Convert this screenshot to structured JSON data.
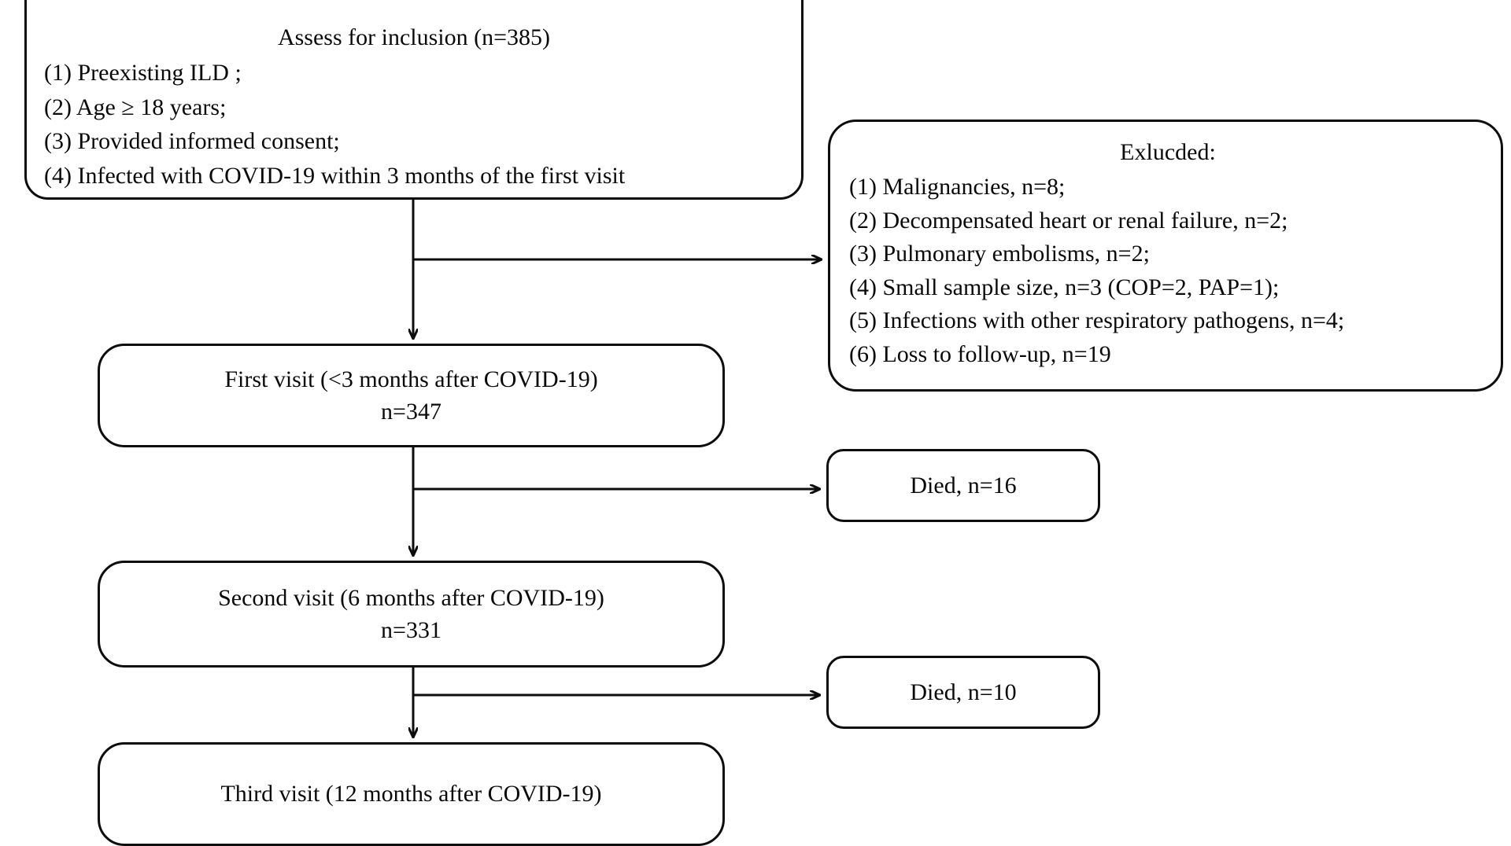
{
  "diagram": {
    "type": "flowchart",
    "title": "Study participant flow diagram",
    "stroke_color": "#0d0d0d",
    "background_color": "#ffffff"
  },
  "assess": {
    "title": "Assess for inclusion (n=385)",
    "criteria": [
      "(1) Preexisting ILD ;",
      "(2) Age ≥ 18 years;",
      "(3) Provided informed consent;",
      "(4) Infected with COVID-19 within 3 months of the first visit"
    ]
  },
  "excluded": {
    "title": "Exlucded:",
    "reasons": [
      "(1) Malignancies, n=8;",
      "(2) Decompensated heart or renal failure, n=2;",
      "(3) Pulmonary embolisms, n=2;",
      "(4) Small sample size, n=3 (COP=2, PAP=1);",
      "(5) Infections with other respiratory pathogens, n=4;",
      "(6) Loss to follow-up, n=19"
    ]
  },
  "visit1": {
    "label": "First visit (<3 months after COVID-19)",
    "count": "n=347"
  },
  "visit2": {
    "label": "Second visit (6 months after COVID-19)",
    "count": "n=331"
  },
  "visit3": {
    "label": "Third visit (12 months after COVID-19)",
    "count": ""
  },
  "died1": {
    "label": "Died, n=16"
  },
  "died2": {
    "label": "Died, n=10"
  }
}
